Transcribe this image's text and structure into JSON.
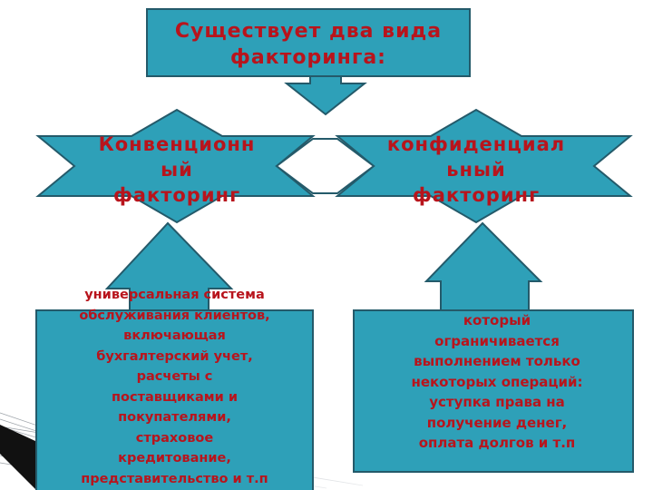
{
  "colors": {
    "shape_fill": "#2ea0b8",
    "shape_stroke": "#245a6a",
    "text": "#b8141c"
  },
  "title": "Существует два вида\nфакторинга:",
  "left_node": {
    "label": "Конвенционн\nый\nфакторинг"
  },
  "right_node": {
    "label": "конфиденциал\nьный\nфакторинг"
  },
  "left_description": "универсальная система\nобслуживания клиентов,\nвключающая\nбухгалтерский учет,\nрасчеты с\nпоставщиками и\nпокупателями,\nстраховое\nкредитование,\nпредставительство и т.п",
  "right_description": "который\nограничивается\nвыполнением только\nнекоторых операций:\nуступка права на\nполучение денег,\nоплата долгов  и т.п"
}
